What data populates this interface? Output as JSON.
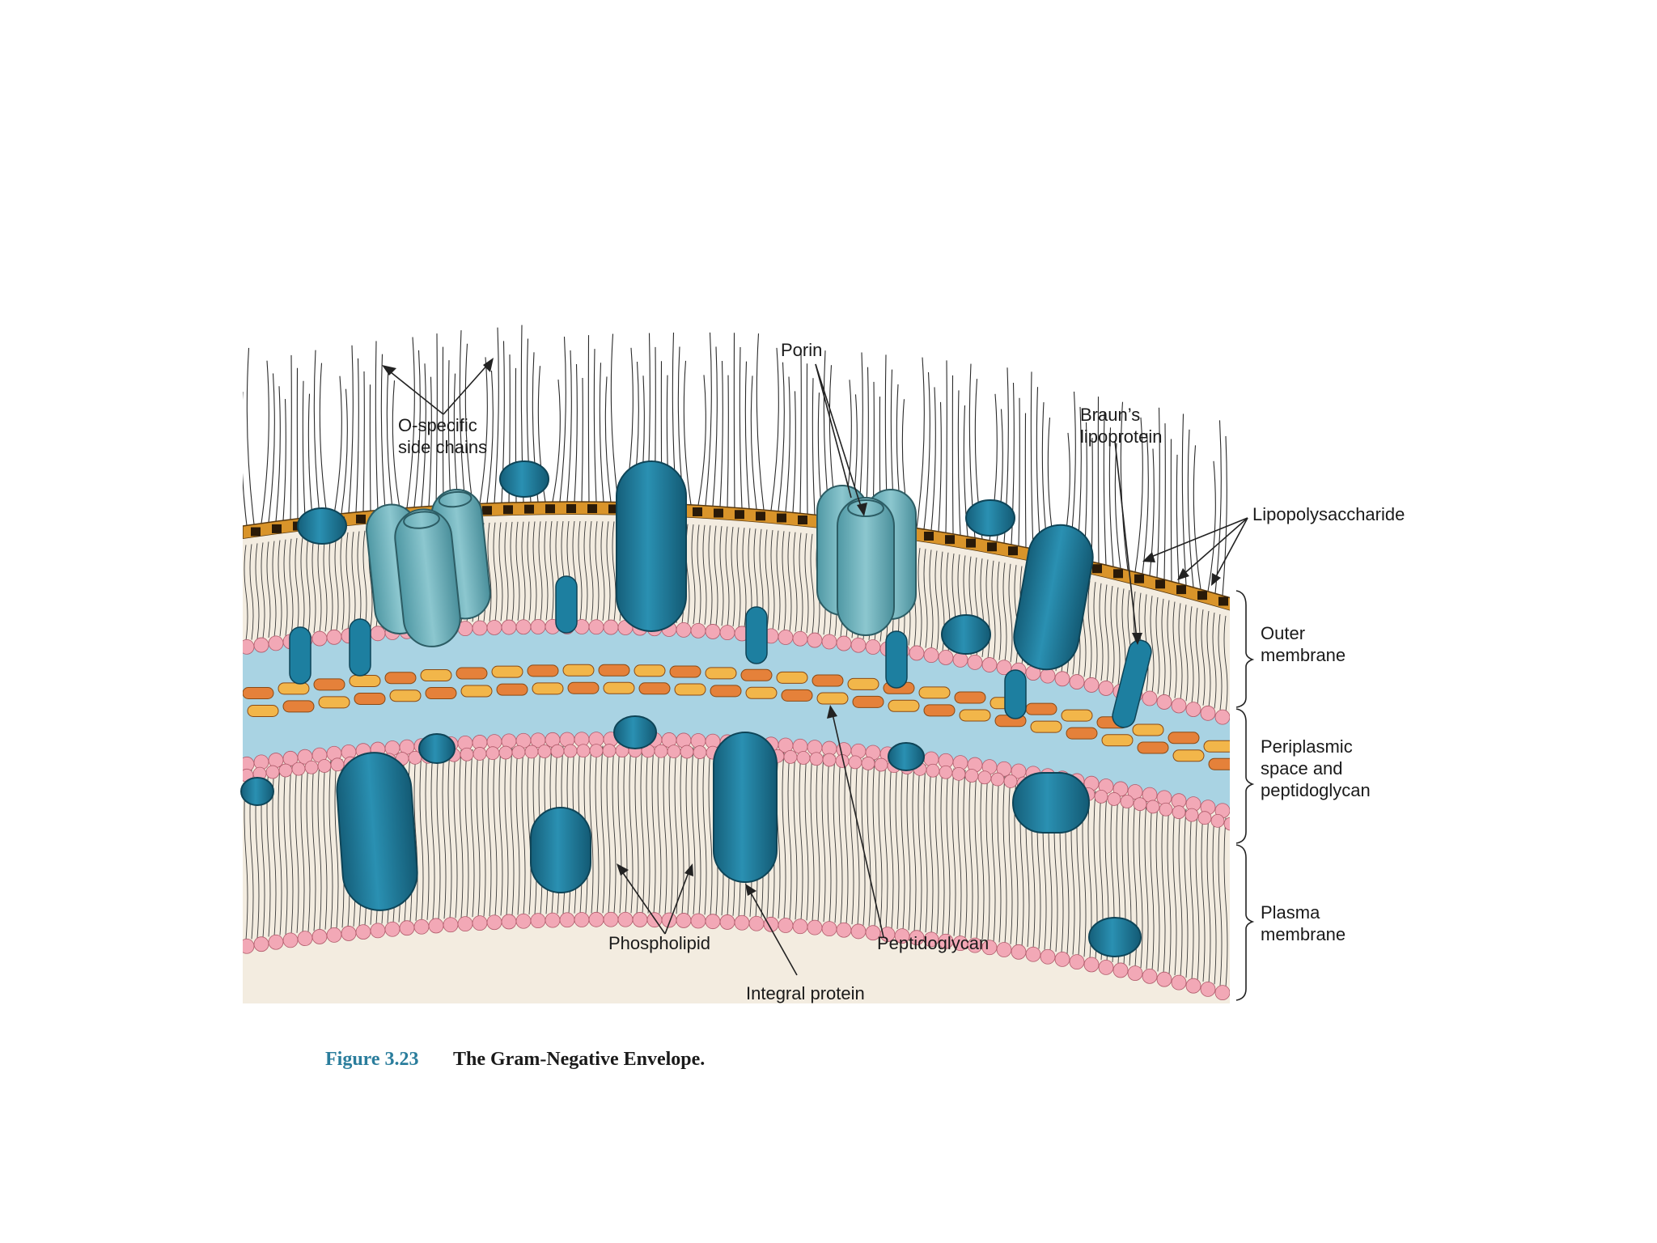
{
  "labels": {
    "porin": "Porin",
    "o_specific_line1": "O-specific",
    "o_specific_line2": "side chains",
    "brauns_line1": "Braun’s",
    "brauns_line2": "lipoprotein",
    "lipopolysaccharide": "Lipopolysaccharide",
    "outer_line1": "Outer",
    "outer_line2": "membrane",
    "periplasmic_line1": "Periplasmic",
    "periplasmic_line2": "space and",
    "periplasmic_line3": "peptidoglycan",
    "plasma_line1": "Plasma",
    "plasma_line2": "membrane",
    "phospholipid": "Phospholipid",
    "peptidoglycan": "Peptidoglycan",
    "integral_protein": "Integral protein"
  },
  "caption": {
    "number": "Figure 3.23",
    "title": "The Gram-Negative Envelope."
  },
  "colors": {
    "protein": "#1d7fa0",
    "porin": "#6fb3be",
    "periplasm": "#a9d3e3",
    "phospholipid_head": "#f2a8b6",
    "membrane_core": "#f3ece0",
    "lps_band": "#d9942a",
    "peptidoglycan_orange": "#e5813a",
    "peptidoglycan_yellow": "#f2b64a"
  }
}
